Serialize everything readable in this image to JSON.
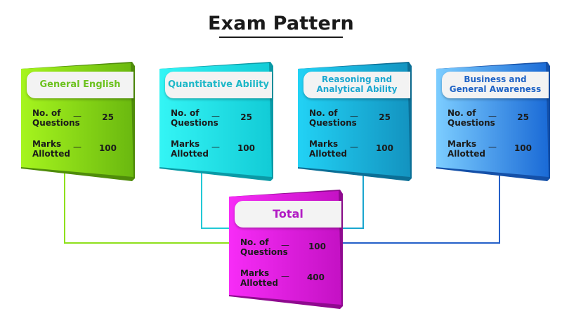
{
  "title": "Exam Pattern",
  "labels": {
    "questions_line1": "No. of",
    "questions_line2": "Questions",
    "marks_line1": "Marks",
    "marks_line2": "Allotted",
    "dash": "—"
  },
  "sections": [
    {
      "name": "General English",
      "questions": "25",
      "marks": "100",
      "color_light": "#9cf21f",
      "color_dark": "#6bbf10",
      "title_color": "#6cc21e"
    },
    {
      "name": "Quantitative Ability",
      "questions": "25",
      "marks": "100",
      "color_light": "#2ef2f2",
      "color_dark": "#16cfd9",
      "title_color": "#1fb8c8"
    },
    {
      "name": "Reasoning and Analytical Ability",
      "name_line1": "Reasoning and",
      "name_line2": "Analytical Ability",
      "questions": "25",
      "marks": "100",
      "color_light": "#1ccdf2",
      "color_dark": "#1599c4",
      "title_color": "#1ba7d0"
    },
    {
      "name": "Business and General Awareness",
      "name_line1": "Business and",
      "name_line2": "General Awareness",
      "questions": "25",
      "marks": "100",
      "color_light": "#6ec6ff",
      "color_dark": "#1c6fd8",
      "title_color": "#1f63c6"
    }
  ],
  "total": {
    "name": "Total",
    "questions": "100",
    "marks": "400",
    "color_light": "#f51ef5",
    "color_dark": "#c614c6",
    "title_color": "#b21bc4"
  }
}
